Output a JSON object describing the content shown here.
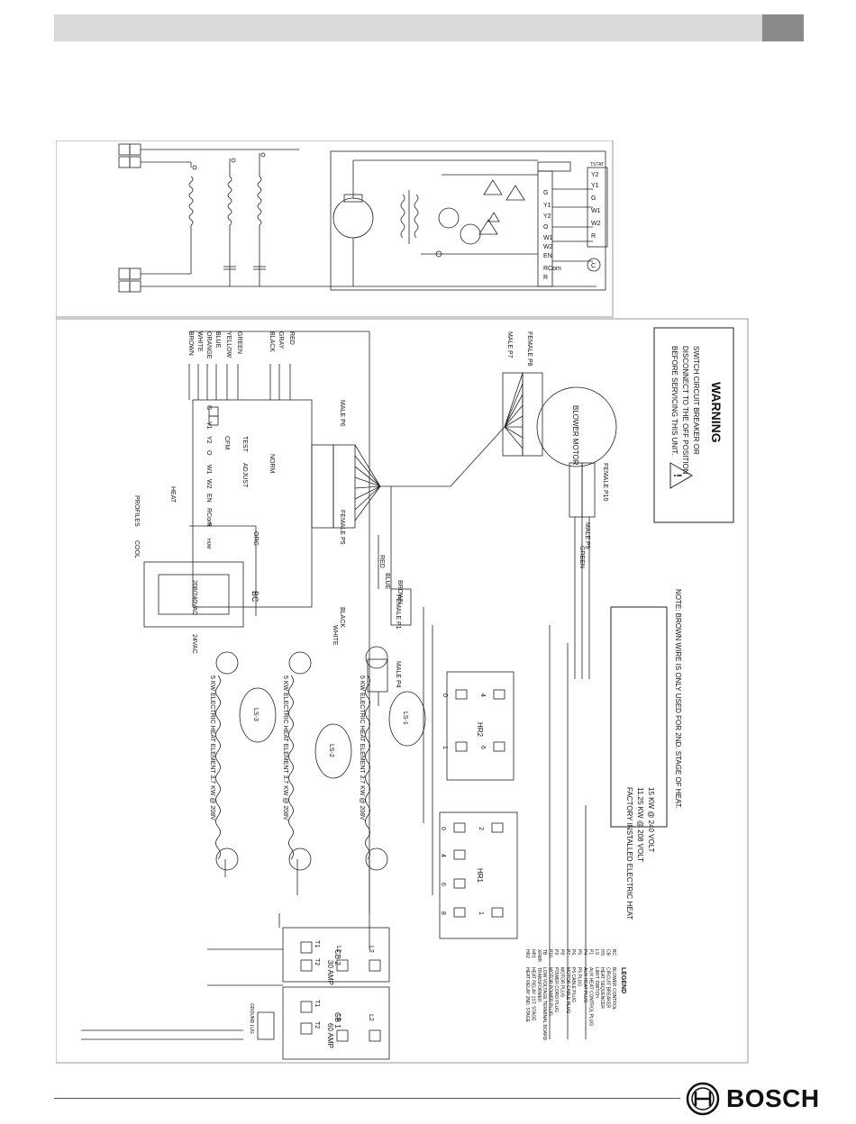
{
  "brand": {
    "name": "BOSCH"
  },
  "schematic": {
    "terminals": [
      "G",
      "Y1",
      "Y2",
      "O",
      "W1",
      "W2",
      "EN",
      "RCom",
      "R"
    ],
    "thermostat": {
      "label": "TSTAT",
      "terminals": [
        "Y2",
        "Y1",
        "G",
        "W1",
        "W2",
        "R",
        "C"
      ]
    },
    "motor_label": "BLOWER MOTOR",
    "transformer_label": "XFMR",
    "relay_labels": [
      "HR1",
      "HR2"
    ],
    "limit_labels": [
      "LS-1",
      "LS-2",
      "LS-3"
    ]
  },
  "wiring": {
    "wire_colors": [
      "GREEN",
      "YELLOW",
      "BLUE",
      "ORANGE",
      "WHITE",
      "BROWN",
      "BLACK",
      "GRAY",
      "RED"
    ],
    "bc_terminals": [
      "G",
      "Y1",
      "Y2",
      "O",
      "W1",
      "W2",
      "EN",
      "RCom",
      "R",
      "HUM"
    ],
    "bc_label": "BC",
    "profiles_label": "PROFILES",
    "cool_label": "COOL",
    "heat_label": "HEAT",
    "adjust_label": "ADJUST",
    "test_label": "TEST",
    "norm_label": "NORM",
    "cfm_label": "CFM",
    "male_p6": "MALE P6",
    "female_p5": "FEMALE P5",
    "male_p7": "MALE P7",
    "female_p8": "FEMALE P8",
    "male_p9": "MALE P9",
    "female_p10": "FEMALE P10",
    "female_p1": "FEMALE P1",
    "male_p4": "MALE P4",
    "blower_motor": "BLOWER MOTOR",
    "transformer_primary": "208/240VAC",
    "transformer_secondary": "24VAC",
    "orn": "ORG",
    "elements": [
      "5 KW ELECTRIC HEAT ELEMENT 3.7 KW @ 208V",
      "5 KW ELECTRIC HEAT ELEMENT 3.7 KW @ 208V",
      "5 KW ELECTRIC HEAT ELEMENT 3.7 KW @ 208V"
    ],
    "limits": [
      "LS-3",
      "LS-2",
      "LS-1"
    ],
    "relays": [
      {
        "name": "HR2",
        "pins": [
          "4",
          "0",
          "6",
          "1"
        ]
      },
      {
        "name": "HR1",
        "pins": [
          "2",
          "0",
          "4",
          "6",
          "8",
          "1"
        ]
      }
    ],
    "breakers": [
      {
        "name": "CB 2",
        "rating": "30 AMP",
        "line": [
          "L1",
          "L2"
        ],
        "load": [
          "T1",
          "T2"
        ]
      },
      {
        "name": "CB 1",
        "rating": "60 AMP",
        "line": [
          "L1",
          "L2"
        ],
        "load": [
          "T1",
          "T2"
        ]
      }
    ],
    "ground_lug": "GROUND LUG",
    "wire_labels": {
      "red": "RED",
      "blue": "BLUE",
      "black": "BLACK",
      "white": "WHITE",
      "brown": "BROWN",
      "green": "GREEN"
    }
  },
  "warning": {
    "title": "WARNING",
    "lines": [
      "SWITCH CIRCUIT BREAKER OR",
      "DISCONNECT TO THE OFF POSITION",
      "BEFORE SERVICING THIS UNIT."
    ]
  },
  "note": "NOTE: BROWN WIRE IS ONLY USED FOR 2ND. STAGE OF HEAT.",
  "heat_info": [
    "15 KW @ 240 VOLT",
    "11.25 KW @ 208 VOLT",
    "FACTORY INSTALLED ELECTRIC HEAT"
  ],
  "legend": {
    "title": "LEGEND",
    "items": [
      {
        "code": "BC",
        "desc": "BLOWER CONTROL"
      },
      {
        "code": "CB",
        "desc": "CIRCUIT BREAKER"
      },
      {
        "code": "HS",
        "desc": "HEAT SEQUENCER"
      },
      {
        "code": "LS",
        "desc": "LIMIT SWITCH"
      },
      {
        "code": "P1",
        "desc": "AUX HEAT CONTROL PLUG"
      },
      {
        "code": "P4",
        "desc": "AUX HEAT PLUG"
      },
      {
        "code": "P5",
        "desc": "P5 PLUG"
      },
      {
        "code": "P6",
        "desc": "P6 CABLE PLUG"
      },
      {
        "code": "P7",
        "desc": "MOTOR CABLE PLUG"
      },
      {
        "code": "P8",
        "desc": "MOTOR PLUG"
      },
      {
        "code": "P9",
        "desc": "POWER CORD PLUG"
      },
      {
        "code": "P10",
        "desc": "MOTOR POWER PLUG"
      },
      {
        "code": "TB",
        "desc": "LOW VOLTAGE TERMINAL BOARD"
      },
      {
        "code": "XFMR",
        "desc": "TRANSFORMER"
      },
      {
        "code": "HR1",
        "desc": "HEAT RELAY 1ST. STAGE"
      },
      {
        "code": "HR2",
        "desc": "HEAT RELAY 2ND. STAGE"
      }
    ]
  }
}
